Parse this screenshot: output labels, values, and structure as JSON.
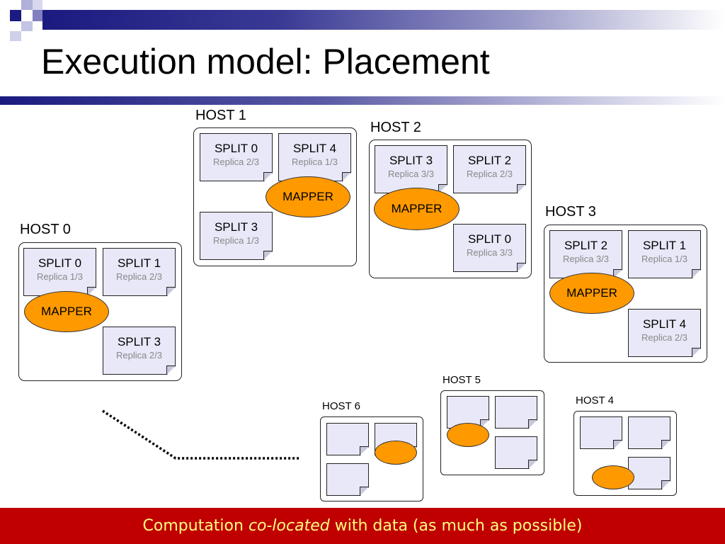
{
  "slide": {
    "title": "Execution model: Placement",
    "footer": {
      "prefix": "Computation ",
      "emphasis": "co-located",
      "suffix": " with data (as much as possible)"
    }
  },
  "colors": {
    "accent_navy": "#1a1a80",
    "split_fill": "#e8e8f8",
    "mapper_fill": "#ff9900",
    "footer_bg": "#c00000",
    "footer_text": "#ffff80",
    "replica_text": "#888888"
  },
  "mapper_label": "MAPPER",
  "hosts": [
    {
      "label": "HOST 0",
      "splits": [
        {
          "name": "SPLIT 0",
          "replica": "Replica 1/3"
        },
        {
          "name": "SPLIT 1",
          "replica": "Replica 2/3"
        },
        {
          "name": "SPLIT 3",
          "replica": "Replica 2/3"
        }
      ]
    },
    {
      "label": "HOST 1",
      "splits": [
        {
          "name": "SPLIT 0",
          "replica": "Replica 2/3"
        },
        {
          "name": "SPLIT 4",
          "replica": "Replica 1/3"
        },
        {
          "name": "SPLIT 3",
          "replica": "Replica 1/3"
        }
      ]
    },
    {
      "label": "HOST 2",
      "splits": [
        {
          "name": "SPLIT 3",
          "replica": "Replica 3/3"
        },
        {
          "name": "SPLIT 2",
          "replica": "Replica 2/3"
        },
        {
          "name": "SPLIT 0",
          "replica": "Replica 3/3"
        }
      ]
    },
    {
      "label": "HOST 3",
      "splits": [
        {
          "name": "SPLIT 2",
          "replica": "Replica 3/3"
        },
        {
          "name": "SPLIT 1",
          "replica": "Replica 1/3"
        },
        {
          "name": "SPLIT 4",
          "replica": "Replica 2/3"
        }
      ]
    },
    {
      "label": "HOST 5"
    },
    {
      "label": "HOST 6"
    },
    {
      "label": "HOST 4"
    }
  ]
}
